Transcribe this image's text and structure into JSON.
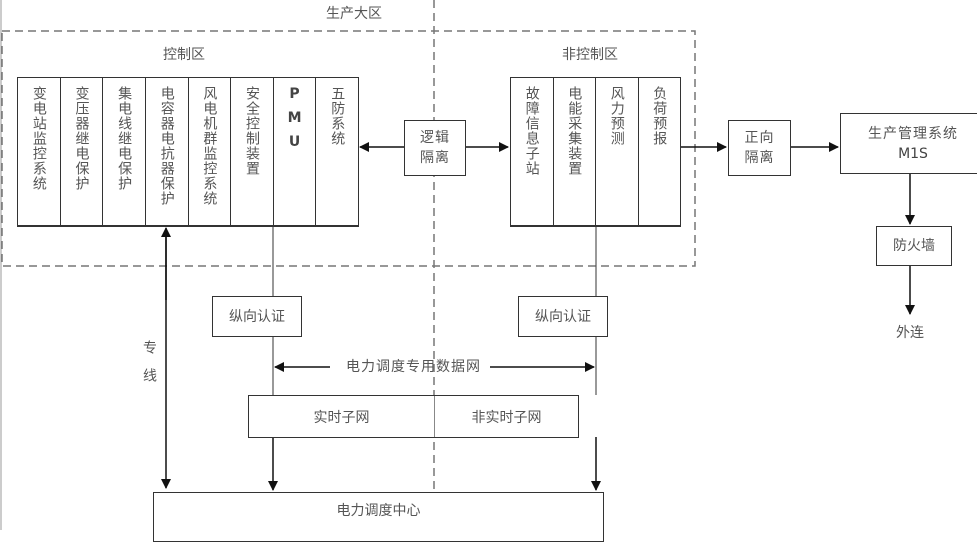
{
  "zones": {
    "production": "生产大区",
    "control": "控制区",
    "non_control": "非控制区"
  },
  "control_systems": [
    "变电站监控系统",
    "变压器继电保护",
    "集电线继电保护",
    "电容器电抗器保护",
    "风电机群监控系统",
    "安全控制装置",
    "PMU",
    "五防系统"
  ],
  "non_control_systems": [
    "故障信息子站",
    "电能采集装置",
    "风力预测",
    "负荷预报"
  ],
  "logical_isolation": "逻辑隔离",
  "forward_isolation": "正向隔离",
  "mis": {
    "title": "生产管理系统",
    "subtitle": "M1S"
  },
  "firewall": "防火墙",
  "external": "外连",
  "vertical_auth_left": "纵向认证",
  "vertical_auth_right": "纵向认证",
  "dedicated_line": "专线",
  "data_network": "电力调度专用数据网",
  "subnets": {
    "realtime": "实时子网",
    "non_realtime": "非实时子网"
  },
  "dispatch_center": "电力调度中心",
  "colors": {
    "line": "#333333",
    "dashed": "#777777",
    "text": "#555555"
  }
}
